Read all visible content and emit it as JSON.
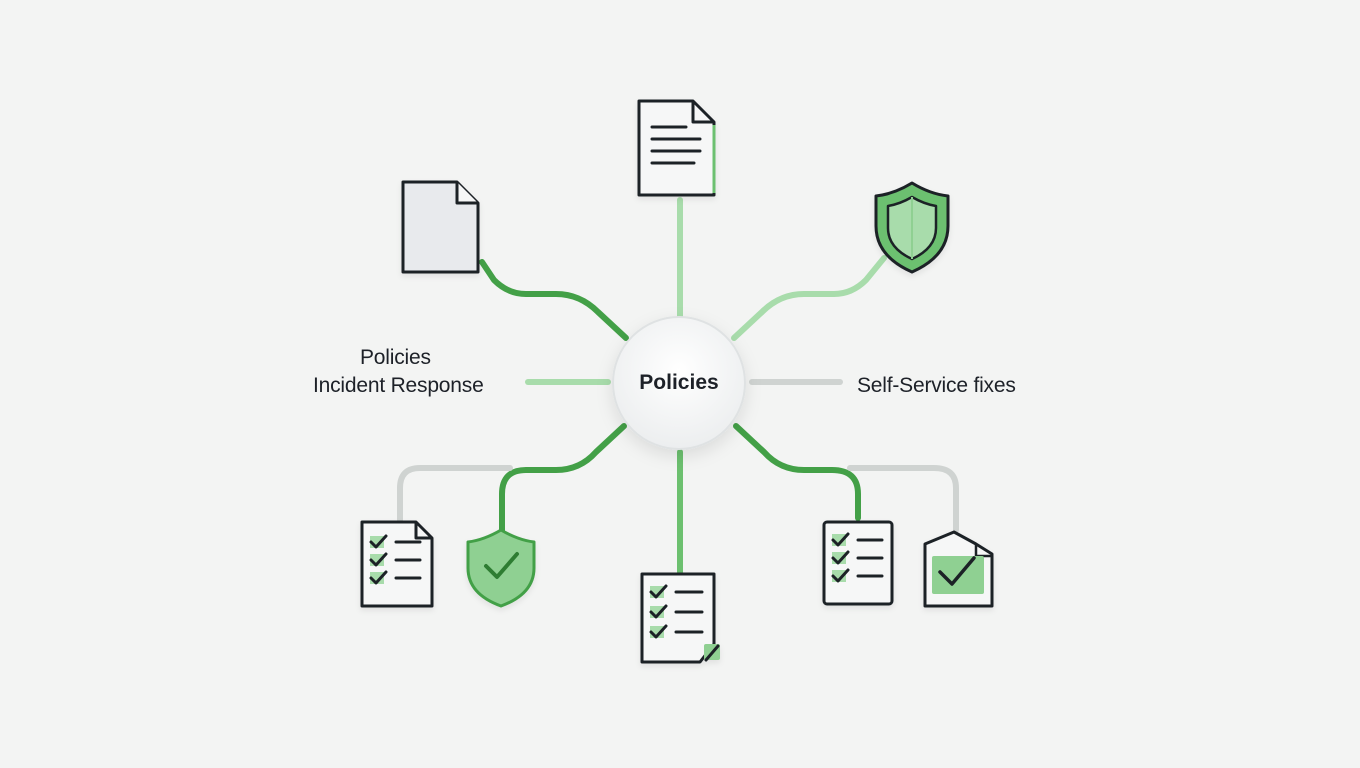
{
  "hub": {
    "label": "Policies"
  },
  "left_labels": {
    "line1": "Policies",
    "line2": "Incident Response"
  },
  "right_label": "Self-Service fixes",
  "palette": {
    "green_dark": "#43a047",
    "green_mid": "#6cc06f",
    "green_light": "#a8dcab",
    "grey_line": "#cfd3d1",
    "icon_stroke": "#1d2128",
    "icon_fill": "#e8eaed",
    "background": "#f3f4f3"
  },
  "icons": [
    {
      "name": "document-lines-icon"
    },
    {
      "name": "blank-document-icon"
    },
    {
      "name": "shield-icon"
    },
    {
      "name": "checklist-icon"
    },
    {
      "name": "shield-check-icon"
    },
    {
      "name": "checklist-pencil-icon"
    },
    {
      "name": "checklist-icon"
    },
    {
      "name": "folder-check-icon"
    }
  ]
}
